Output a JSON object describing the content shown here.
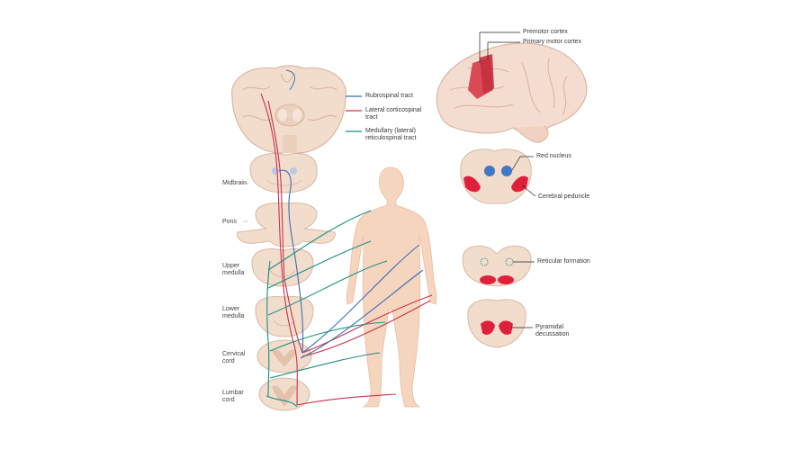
{
  "colors": {
    "rubrospinal": "#3b6fb6",
    "corticospinal": "#c8344b",
    "reticulospinal": "#1f8f84",
    "tissue": "#f2dccb",
    "tissue_dark": "#d9b9a4",
    "body": "#f6d5bf",
    "cortex_highlight": "#d8424f",
    "red_nucleus": "#3f78c4",
    "peduncle": "#e0203a"
  },
  "legend": {
    "items": [
      {
        "label": "Rubrospinal tract",
        "color": "#3b6fb6"
      },
      {
        "label": "Lateral corticospinal\ntract",
        "color": "#c8344b"
      },
      {
        "label": "Medullary (lateral)\nreticulospinal tract",
        "color": "#1f8f84"
      }
    ]
  },
  "levels": [
    {
      "label": "Midbrain"
    },
    {
      "label": "Pons"
    },
    {
      "label": "Upper\nmedulla"
    },
    {
      "label": "Lower\nmedulla"
    },
    {
      "label": "Cervical\ncord"
    },
    {
      "label": "Lumbar\ncord"
    }
  ],
  "callouts": {
    "premotor": "Premotor cortex",
    "primary_motor": "Primary motor cortex",
    "red_nucleus": "Red nucleus",
    "cerebral_peduncle": "Cerebral peduncle",
    "reticular_formation": "Reticular formation",
    "pyramidal_decussation": "Pyramidal\ndecussation"
  }
}
